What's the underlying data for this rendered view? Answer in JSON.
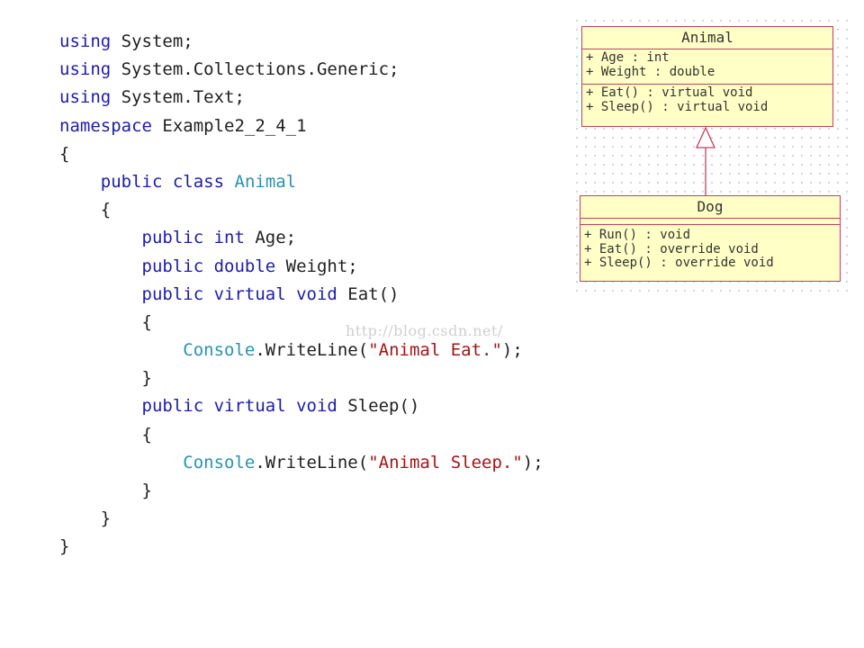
{
  "code": {
    "lines": [
      [
        {
          "t": "using",
          "c": "kw"
        },
        {
          "t": " System;",
          "c": ""
        }
      ],
      [
        {
          "t": "using",
          "c": "kw"
        },
        {
          "t": " System.Collections.Generic;",
          "c": ""
        }
      ],
      [
        {
          "t": "using",
          "c": "kw"
        },
        {
          "t": " System.Text;",
          "c": ""
        }
      ],
      [
        {
          "t": "namespace",
          "c": "kw"
        },
        {
          "t": " Example2_2_4_1",
          "c": ""
        }
      ],
      [
        {
          "t": "{",
          "c": ""
        }
      ],
      [
        {
          "t": "    ",
          "c": ""
        },
        {
          "t": "public class",
          "c": "kw"
        },
        {
          "t": " ",
          "c": ""
        },
        {
          "t": "Animal",
          "c": "ty"
        }
      ],
      [
        {
          "t": "    {",
          "c": ""
        }
      ],
      [
        {
          "t": "        ",
          "c": ""
        },
        {
          "t": "public int",
          "c": "kw"
        },
        {
          "t": " Age;",
          "c": ""
        }
      ],
      [
        {
          "t": "        ",
          "c": ""
        },
        {
          "t": "public double",
          "c": "kw"
        },
        {
          "t": " Weight;",
          "c": ""
        }
      ],
      [
        {
          "t": "        ",
          "c": ""
        },
        {
          "t": "public virtual void",
          "c": "kw"
        },
        {
          "t": " Eat()",
          "c": ""
        }
      ],
      [
        {
          "t": "        {",
          "c": ""
        }
      ],
      [
        {
          "t": "            ",
          "c": ""
        },
        {
          "t": "Console",
          "c": "ty"
        },
        {
          "t": ".WriteLine(",
          "c": ""
        },
        {
          "t": "\"Animal Eat.\"",
          "c": "str"
        },
        {
          "t": ");",
          "c": ""
        }
      ],
      [
        {
          "t": "        }",
          "c": ""
        }
      ],
      [
        {
          "t": "        ",
          "c": ""
        },
        {
          "t": "public virtual void",
          "c": "kw"
        },
        {
          "t": " Sleep()",
          "c": ""
        }
      ],
      [
        {
          "t": "        {",
          "c": ""
        }
      ],
      [
        {
          "t": "            ",
          "c": ""
        },
        {
          "t": "Console",
          "c": "ty"
        },
        {
          "t": ".WriteLine(",
          "c": ""
        },
        {
          "t": "\"Animal Sleep.\"",
          "c": "str"
        },
        {
          "t": ");",
          "c": ""
        }
      ],
      [
        {
          "t": "        }",
          "c": ""
        }
      ],
      [
        {
          "t": "    }",
          "c": ""
        }
      ],
      [
        {
          "t": "}",
          "c": ""
        }
      ]
    ]
  },
  "watermark": "http://blog.csdn.net/",
  "uml": {
    "animal": {
      "name": "Animal",
      "attributes": [
        "+ Age : int",
        "+ Weight : double"
      ],
      "methods": [
        "+ Eat() : virtual void",
        "+ Sleep() : virtual void"
      ]
    },
    "dog": {
      "name": "Dog",
      "attributes": [],
      "methods": [
        "+ Run() : void",
        "+ Eat() : override void",
        "+ Sleep() : override void"
      ]
    }
  },
  "colors": {
    "keyword": "#1d1da8",
    "type": "#2b91af",
    "string": "#a31515",
    "uml_fill": "#ffffc6",
    "uml_border": "#c04060"
  }
}
